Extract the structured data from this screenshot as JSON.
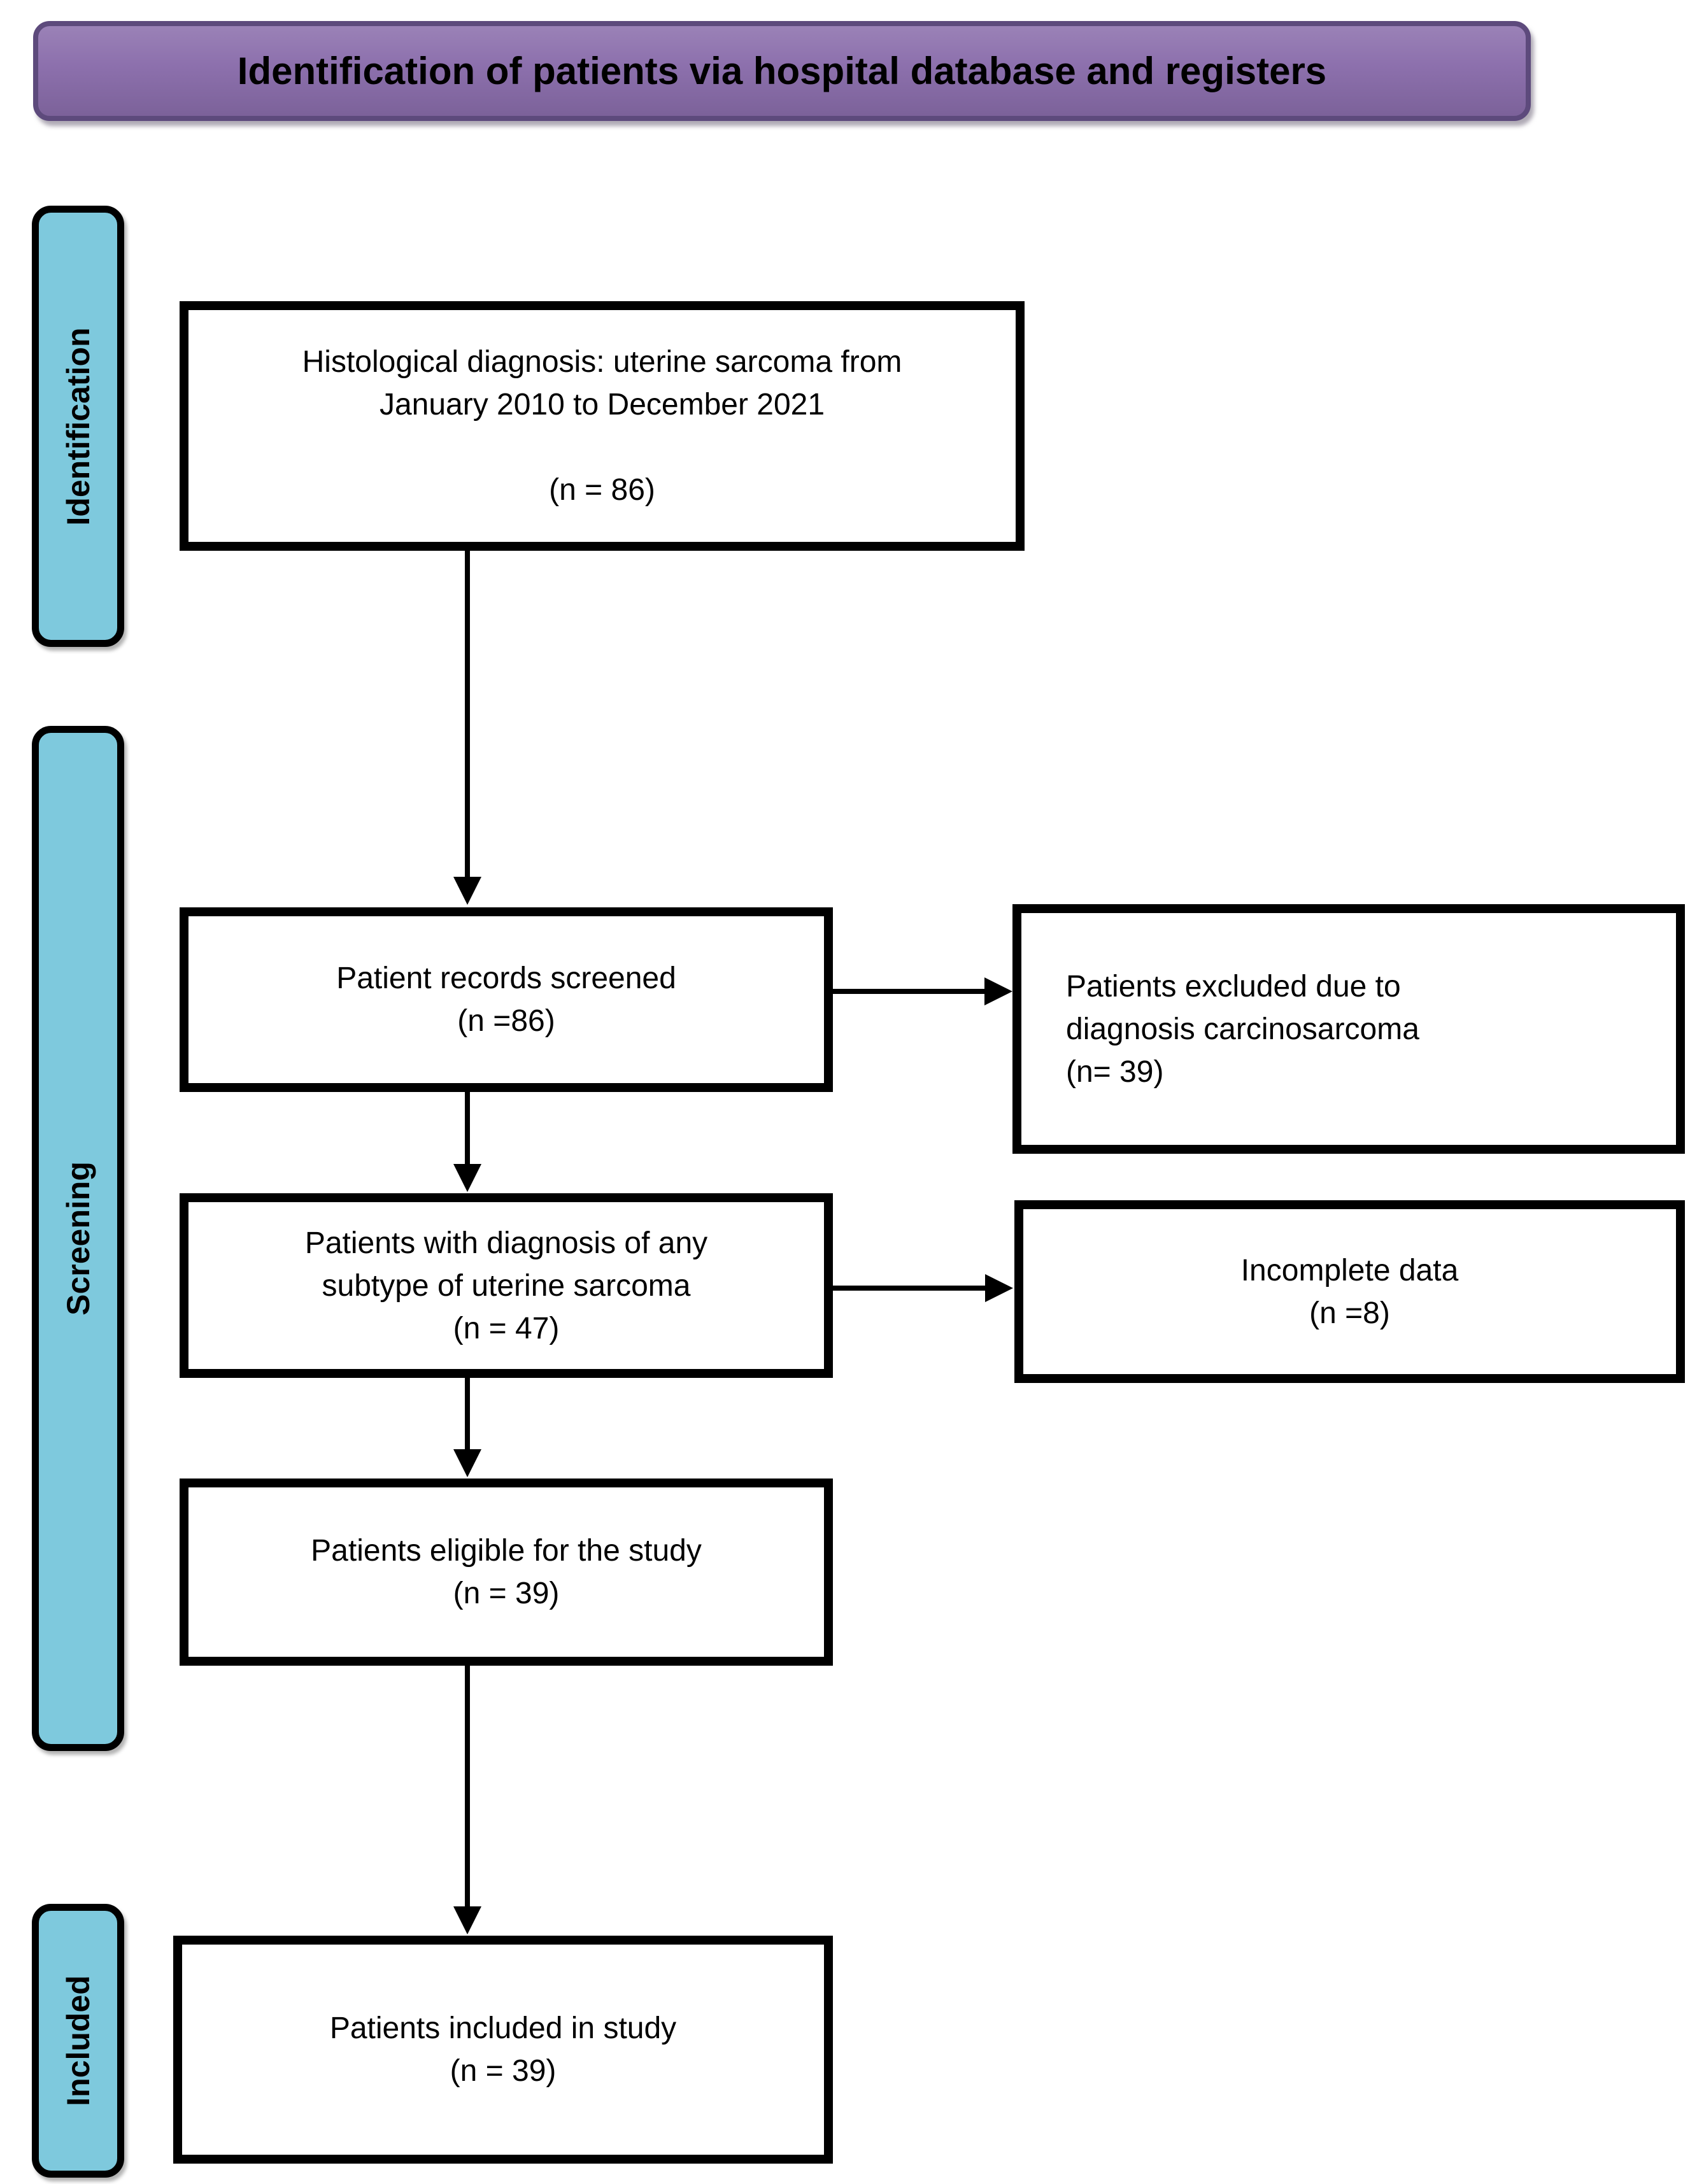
{
  "banner": {
    "label": "Identification of patients via hospital database and registers"
  },
  "stages": [
    {
      "label": "Identification"
    },
    {
      "label": "Screening"
    },
    {
      "label": "Included"
    }
  ],
  "boxes": [
    {
      "id": "histology",
      "text": "Histological diagnosis: uterine sarcoma from\nJanuary 2010 to December 2021\n\n(n = 86)"
    },
    {
      "id": "screened",
      "text": "Patient records screened\n(n =86)"
    },
    {
      "id": "excluded",
      "text": "Patients excluded due to\ndiagnosis carcinosarcoma\n(n= 39)"
    },
    {
      "id": "subtype",
      "text": "Patients with diagnosis of any\nsubtype of uterine sarcoma\n(n = 47)"
    },
    {
      "id": "incomplete",
      "text": "Incomplete data\n(n =8)"
    },
    {
      "id": "eligible",
      "text": "Patients eligible for the study\n(n = 39)"
    },
    {
      "id": "included",
      "text": "Patients included in study\n(n = 39)"
    }
  ],
  "colors": {
    "banner_fill": "#8a6dab",
    "banner_border": "#5d4a7c",
    "stage_fill": "#7ec9dd",
    "box_border": "#000000",
    "arrow": "#000000"
  }
}
